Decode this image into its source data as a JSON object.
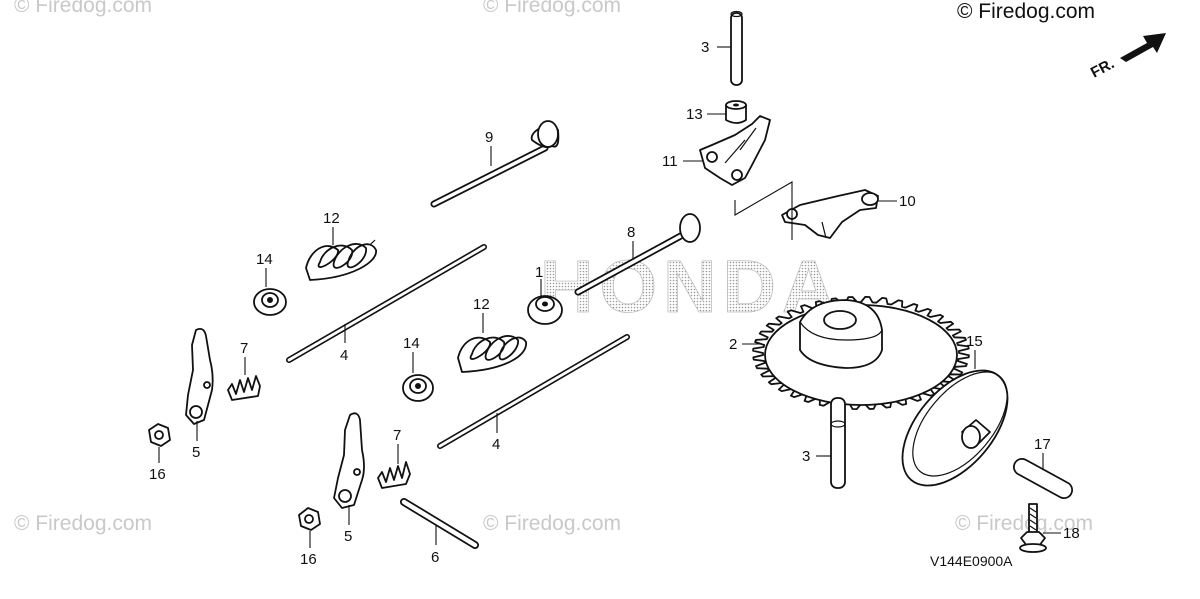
{
  "watermarks": [
    "© Firedog.com",
    "© Firedog.com",
    "© Firedog.com",
    "© Firedog.com",
    "© Firedog.com"
  ],
  "copyright": "© Firedog.com",
  "brand_watermark": "HONDA",
  "front_arrow_label": "FR.",
  "diagram_code": "V144E0900A",
  "callouts": [
    "1",
    "2",
    "3",
    "3",
    "4",
    "4",
    "5",
    "5",
    "6",
    "7",
    "7",
    "8",
    "9",
    "10",
    "11",
    "12",
    "12",
    "13",
    "14",
    "14",
    "15",
    "16",
    "16",
    "17",
    "18"
  ]
}
